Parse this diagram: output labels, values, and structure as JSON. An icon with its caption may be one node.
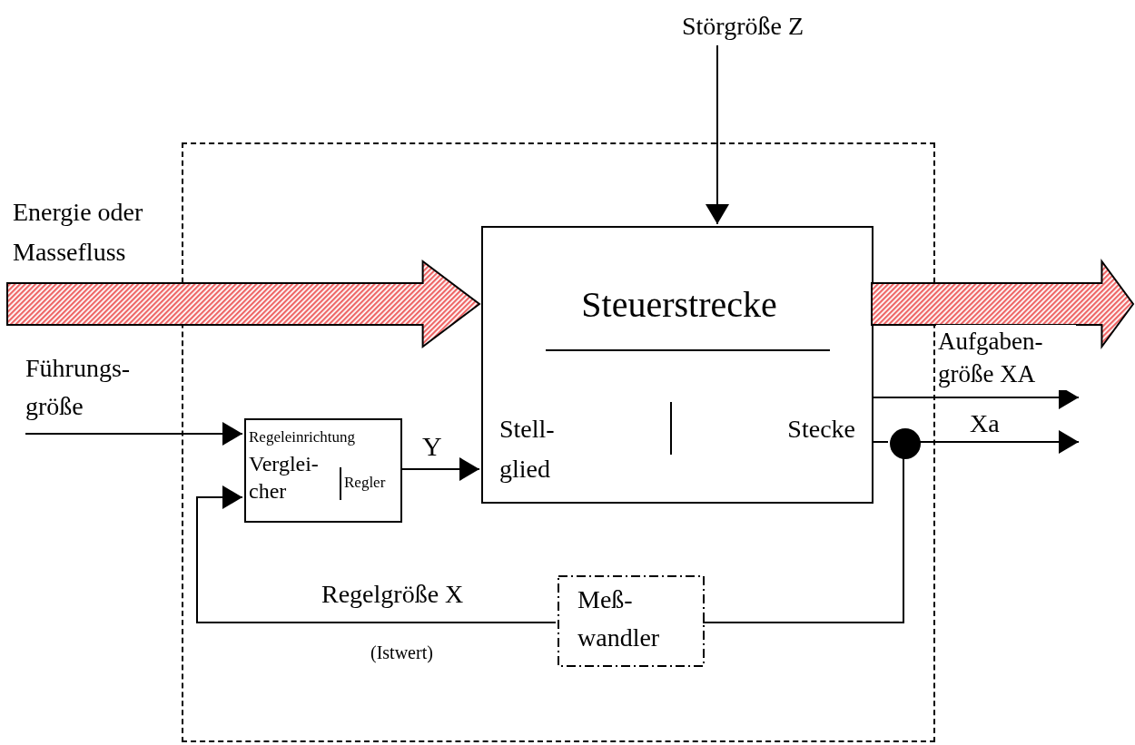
{
  "diagram": {
    "nodes": [
      {
        "text": [],
        "shape": "box"
      },
      {
        "text": [
          "Steuerstrecke",
          "Stell- glied",
          "Stecke"
        ],
        "in": 0
      },
      {
        "text": [
          "Regeleinrichtung",
          "Verglei- cher",
          "Regler"
        ],
        "in": 0
      },
      {
        "text": [
          "Meß- wandler"
        ],
        "in": 0
      },
      {
        "text": [
          "Störgröße Z"
        ]
      },
      {
        "text": [
          "Führungs- größe"
        ]
      },
      {
        "text": [],
        "shape": "circle",
        "in": 0
      }
    ],
    "edges": [
      {
        "from": null,
        "to": 1,
        "arrow": "to",
        "style": "thick",
        "color": "#ee6666"
      },
      {
        "from": 1,
        "to": null,
        "arrow": "to",
        "style": "thick",
        "color": "#ee6666"
      },
      {
        "from": 4,
        "to": 1,
        "arrow": "to"
      },
      {
        "from": 5,
        "to": 2,
        "arrow": "to"
      },
      {
        "from": 2,
        "to": 1,
        "arrow": "to",
        "label": "Y"
      },
      {
        "from": 1,
        "to": null,
        "arrow": "to",
        "label": "Aufgaben- größe XA"
      },
      {
        "from": 1,
        "to": 6,
        "arrow": "none"
      },
      {
        "from": 6,
        "to": null,
        "arrow": "to",
        "label": "Xa"
      },
      {
        "from": 6,
        "to": 3,
        "arrow": "none"
      },
      {
        "from": 3,
        "to": 2,
        "arrow": "to",
        "label": "Regelgröße X"
      }
    ],
    "labels": [
      "Energie oder Massefluss",
      "(Istwert)"
    ]
  }
}
